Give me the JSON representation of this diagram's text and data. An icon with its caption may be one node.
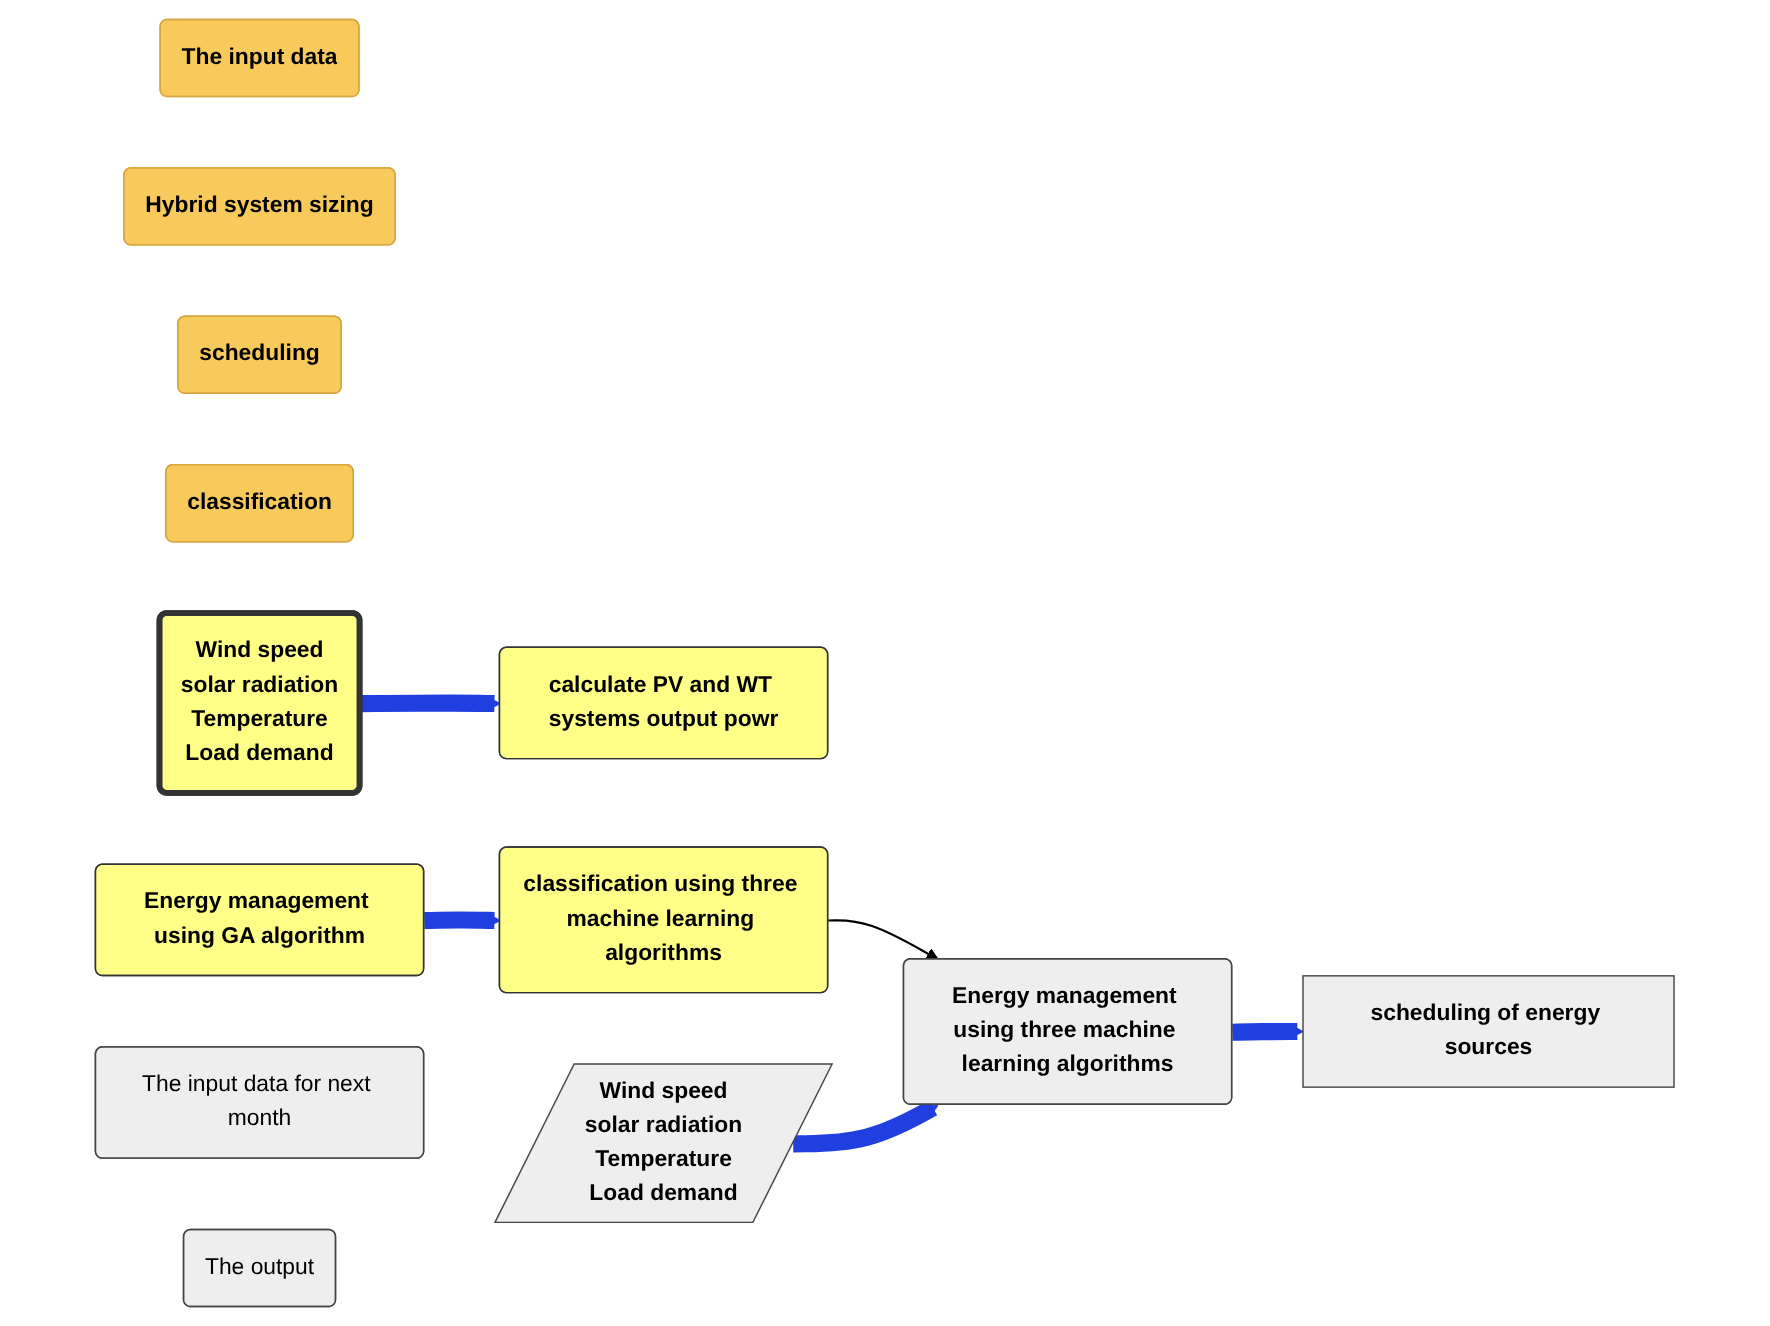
{
  "diagram": {
    "nodes": [
      {
        "text": [
          "The input data"
        ]
      },
      {
        "text": [
          "Hybrid system sizing"
        ]
      },
      {
        "text": [
          "scheduling"
        ]
      },
      {
        "text": [
          "classification"
        ]
      },
      {
        "text": [
          "Wind speed",
          "solar radiation",
          "Temperature",
          "Load demand"
        ]
      },
      {
        "text": [
          "calculate PV and WT systems output powr"
        ]
      },
      {
        "text": [
          "Energy management using GA algorithm"
        ]
      },
      {
        "text": [
          "classification using three machine learning algorithms"
        ]
      },
      {
        "text": [
          "The input data for next month"
        ]
      },
      {
        "text": [
          "Wind speed",
          "solar radiation",
          "Temperature",
          "Load demand"
        ]
      },
      {
        "text": [
          "Energy management using three machine learning algorithms"
        ]
      },
      {
        "text": [
          "The output"
        ]
      },
      {
        "text": [
          "scheduling of energy sources"
        ]
      }
    ],
    "edges": [
      {
        "from": 4,
        "to": 5,
        "arrow": "to"
      },
      {
        "from": 6,
        "to": 7,
        "arrow": "to"
      },
      {
        "from": 7,
        "to": 10,
        "arrow": "to",
        "color": "#000000"
      },
      {
        "from": 9,
        "to": 10,
        "arrow": "to"
      },
      {
        "from": 10,
        "to": 12,
        "arrow": "to"
      }
    ]
  }
}
